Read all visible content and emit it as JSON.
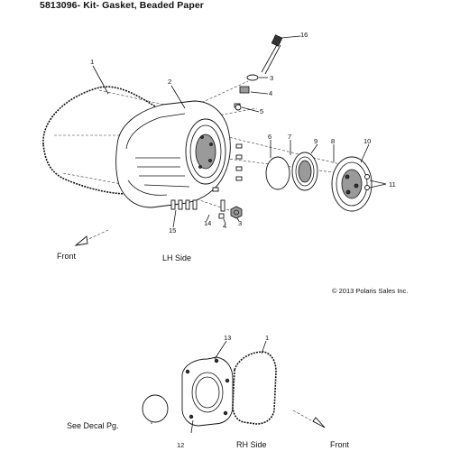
{
  "title": "5813096- Kit- Gasket, Beaded Paper",
  "views": {
    "lh_side": "LH Side",
    "rh_side": "RH Side",
    "front_top": "Front",
    "front_bottom": "Front",
    "see_decal": "See Decal Pg."
  },
  "copyright": "© 2013 Polaris Sales Inc.",
  "callouts": {
    "c1": "1",
    "c2": "2",
    "c3a": "3",
    "c4a": "4",
    "c5": "5",
    "c6": "6",
    "c7": "7",
    "c8": "8",
    "c9": "9",
    "c10": "10",
    "c11": "11",
    "c14": "14",
    "c4b": "4",
    "c3b": "3",
    "c15": "15",
    "c16": "16",
    "c13": "13",
    "c1b": "1",
    "c12": "12"
  }
}
